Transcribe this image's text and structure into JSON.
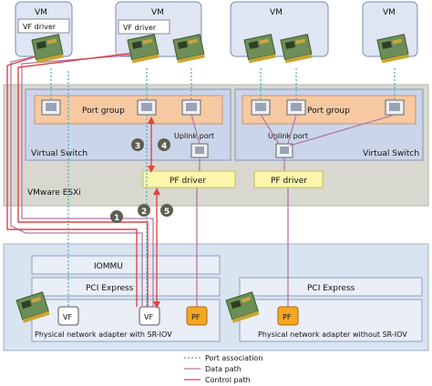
{
  "colors": {
    "vm_fill": "#dfe5f3",
    "vm_stroke": "#7a8bb0",
    "esxi_fill": "#d8d8d0",
    "vswitch_fill": "#cbd5ea",
    "portgroup_fill": "#f6c9a3",
    "pf_driver_fill": "#fbf6aa",
    "hw_fill": "#d9e4f1",
    "pf_fill": "#f5a623",
    "port_association": "#4aa9c7",
    "data_path": "#b07aa8",
    "control_path": "#e04444",
    "badge": "#5e5e52"
  },
  "vms": [
    {
      "label": "VM",
      "driver_label": "VF driver"
    },
    {
      "label": "VM",
      "driver_label": "VF driver"
    },
    {
      "label": "VM"
    },
    {
      "label": "VM"
    }
  ],
  "esxi": {
    "label": "VMware ESXi"
  },
  "vswitch_left": {
    "label": "Virtual Switch",
    "portgroup_label": "Port group",
    "uplink_label": "Uplink port",
    "pf_driver_label": "PF driver"
  },
  "vswitch_right": {
    "label": "Virtual Switch",
    "portgroup_label": "Port group",
    "uplink_label": "Uplink port",
    "pf_driver_label": "PF driver"
  },
  "hardware": {
    "iommu_label": "IOMMU",
    "pci_left_label": "PCI Express",
    "pci_right_label": "PCI Express",
    "adapter_left_label": "Physical network adapter with SR-IOV",
    "adapter_right_label": "Physical network adapter without SR-IOV",
    "vf_label": "VF",
    "pf_label": "PF"
  },
  "steps": [
    "1",
    "2",
    "3",
    "4",
    "5"
  ],
  "legend": {
    "port_association": "Port association",
    "data_path": "Data path",
    "control_path": "Control path"
  }
}
